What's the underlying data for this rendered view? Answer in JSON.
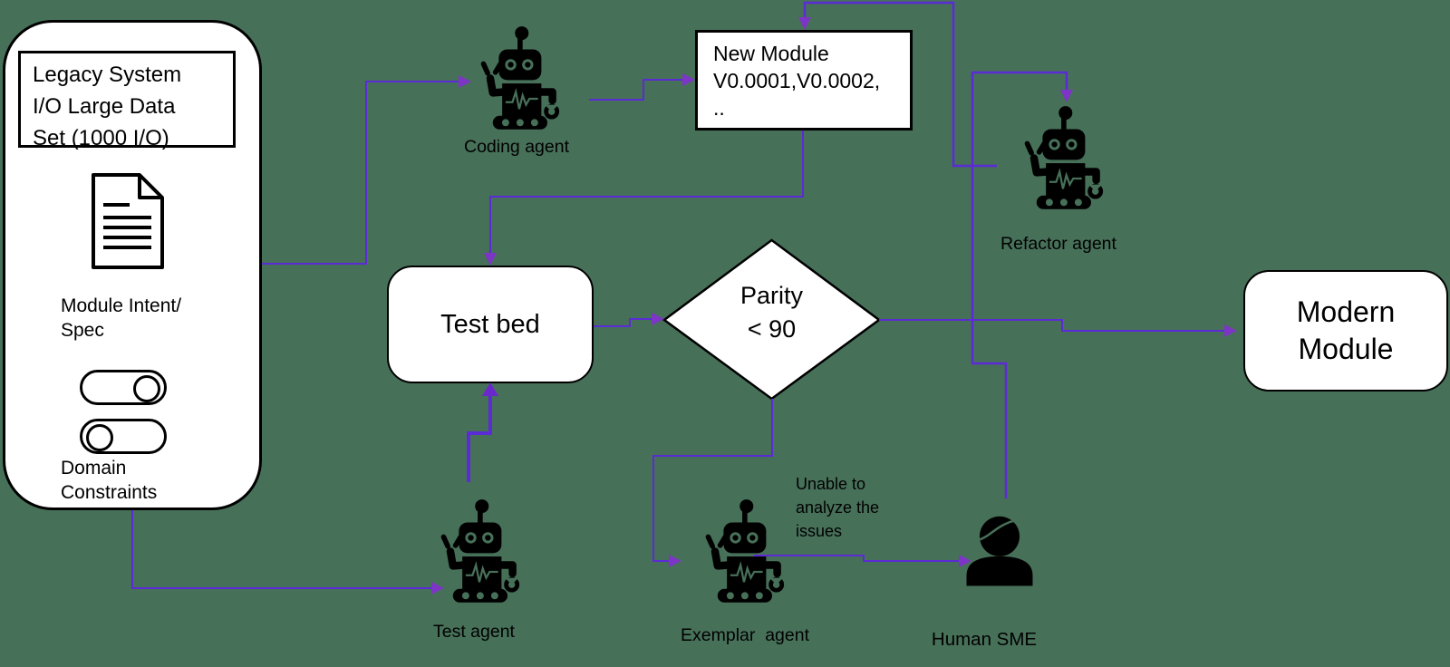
{
  "colors": {
    "background": "#477059",
    "connector_line": "#5B2BD5",
    "arrowhead": "#7C35C5",
    "shape_fill": "#FFFFFF",
    "shape_border": "#000000",
    "icon_color": "#000000"
  },
  "legacy_panel": {
    "data_box_label": "Legacy System\nI/O Large Data\nSet (1000 I/O)",
    "doc_icon": "document-icon",
    "module_intent_label": "Module Intent/\nSpec",
    "toggles": [
      {
        "name": "toggle-on",
        "state": "on"
      },
      {
        "name": "toggle-off",
        "state": "off"
      }
    ],
    "domain_constraints_label": "Domain\nConstraints"
  },
  "nodes": {
    "coding_agent": {
      "label": "Coding agent",
      "icon": "robot-icon"
    },
    "new_module": {
      "label": "New Module\nV0.0001,V0.0002,\n.."
    },
    "refactor_agent": {
      "label": "Refactor agent",
      "icon": "robot-icon"
    },
    "test_bed": {
      "label": "Test bed"
    },
    "parity_decision": {
      "label": "Parity\n< 90"
    },
    "modern_module": {
      "label": "Modern\nModule"
    },
    "test_agent": {
      "label": "Test agent",
      "icon": "robot-icon"
    },
    "exemplar_agent": {
      "label": "Exemplar  agent",
      "icon": "robot-icon"
    },
    "human_sme": {
      "label": "Human SME",
      "icon": "person-icon"
    }
  },
  "annotations": {
    "unable_note": "Unable to\nanalyze the\nissues"
  },
  "edges": [
    {
      "from": "legacy-system",
      "to": "coding-agent"
    },
    {
      "from": "coding-agent",
      "to": "new-module"
    },
    {
      "from": "new-module",
      "to": "test-bed"
    },
    {
      "from": "test-bed",
      "to": "parity-decision"
    },
    {
      "from": "parity-decision",
      "to": "modern-module"
    },
    {
      "from": "parity-decision",
      "to": "exemplar-agent"
    },
    {
      "from": "exemplar-agent",
      "to": "human-sme",
      "label": "Unable to analyze the issues"
    },
    {
      "from": "human-sme",
      "to": "refactor-agent"
    },
    {
      "from": "refactor-agent",
      "to": "new-module"
    },
    {
      "from": "legacy-system",
      "to": "test-agent"
    },
    {
      "from": "test-agent",
      "to": "test-bed"
    }
  ]
}
